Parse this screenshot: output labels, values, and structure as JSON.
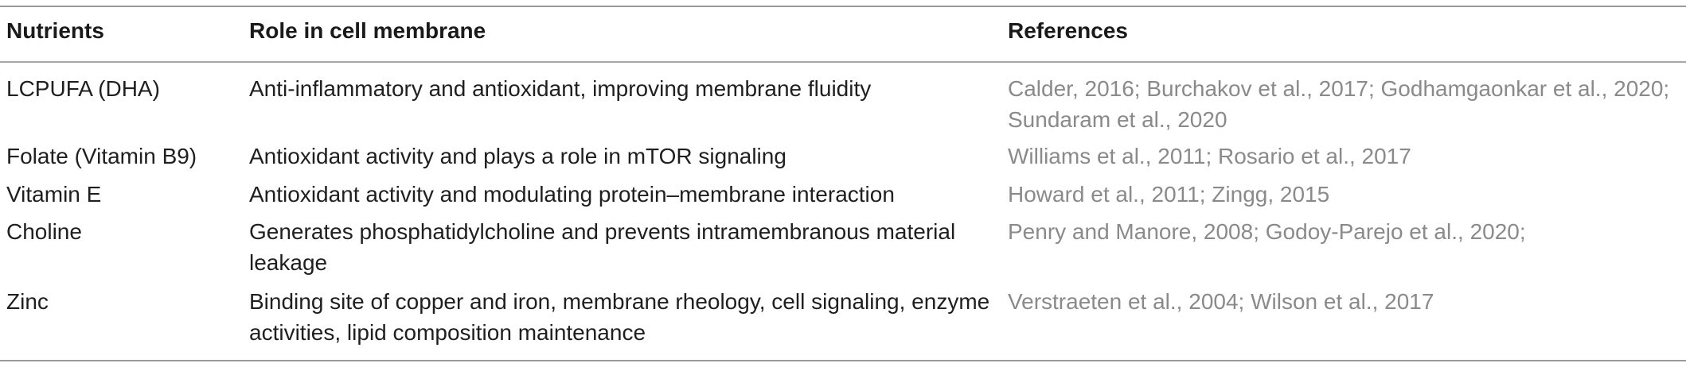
{
  "table": {
    "headers": [
      "Nutrients",
      "Role in cell membrane",
      "References"
    ],
    "rows": [
      {
        "nutrient": "LCPUFA (DHA)",
        "role": "Anti-inflammatory and antioxidant, improving membrane fluidity",
        "references": "Calder, 2016; Burchakov et al., 2017; Godhamgaonkar et al., 2020; Sundaram et al., 2020"
      },
      {
        "nutrient": "Folate (Vitamin B9)",
        "role": "Antioxidant activity and plays a role in mTOR signaling",
        "references": "Williams et al., 2011; Rosario et al., 2017"
      },
      {
        "nutrient": "Vitamin E",
        "role": "Antioxidant activity and modulating protein–membrane interaction",
        "references": "Howard et al., 2011; Zingg, 2015"
      },
      {
        "nutrient": "Choline",
        "role": "Generates phosphatidylcholine and prevents intramembranous material leakage",
        "references": "Penry and Manore, 2008; Godoy-Parejo et al., 2020;"
      },
      {
        "nutrient": "Zinc",
        "role": "Binding site of copper and iron, membrane rheology, cell signaling, enzyme activities, lipid composition maintenance",
        "references": "Verstraeten et al., 2004; Wilson et al., 2017"
      }
    ]
  }
}
